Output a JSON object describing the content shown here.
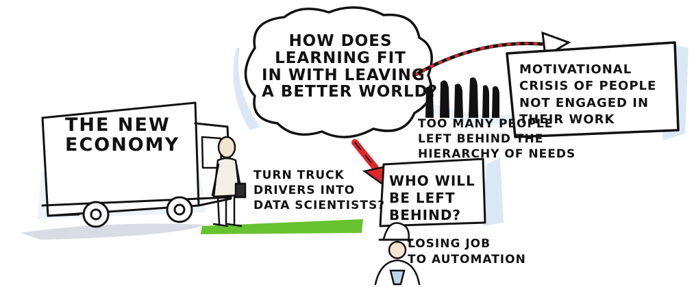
{
  "truck_label": "The New\nEconomy",
  "cloud_question": "How does\nlearning fit\nin with leaving\na better world?",
  "motivational_box": "Motivational\ncrisis of people\nnot engaged in\ntheir work",
  "people_note": "Too many people\nleft behind the\nhierarchy of needs",
  "truck_driver_note": "Turn truck\ndrivers into\ndata scientists?",
  "left_behind_box": "Who will\nbe left\nbehind?",
  "automation_note": "Losing job\nto automation",
  "colors": {
    "ink": "#111111",
    "arrow_red": "#e0262b",
    "grass": "#66c22e",
    "shadow_blue": "#bcd6ef"
  }
}
